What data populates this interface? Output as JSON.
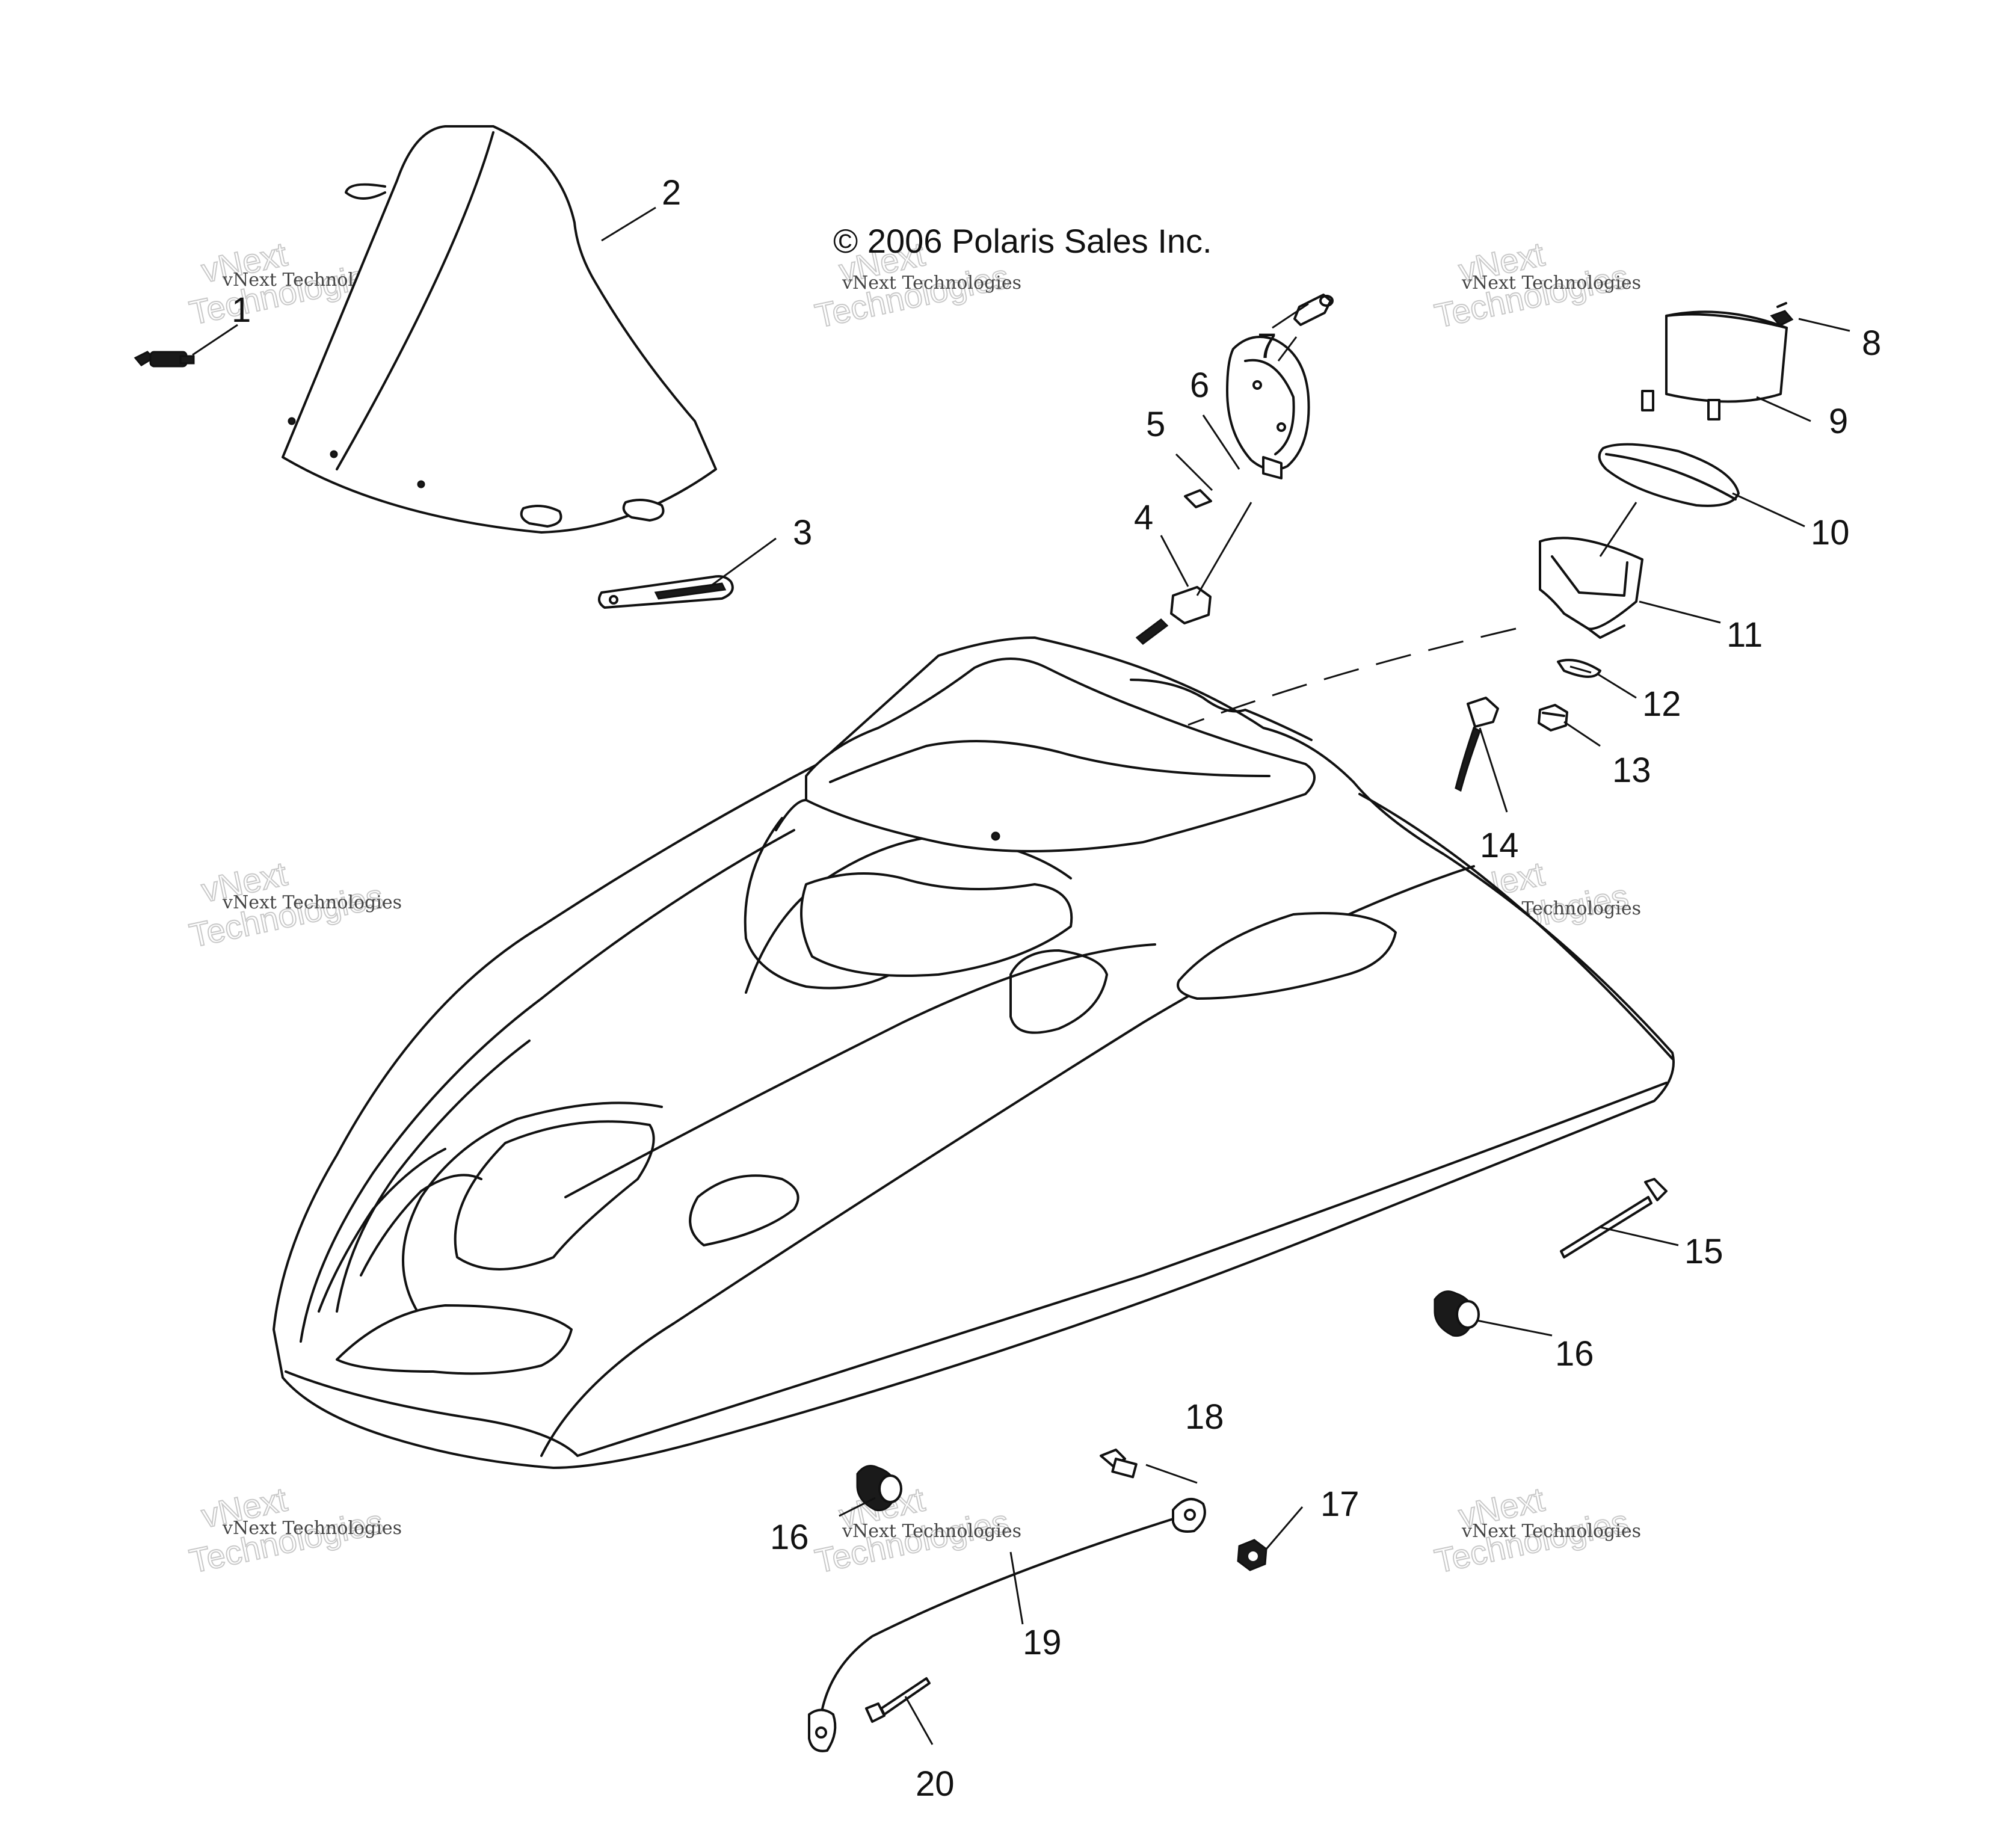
{
  "copyright": "© 2006 Polaris Sales Inc.",
  "watermark": {
    "line_small": "vNext Technologies",
    "line_large_1": "vNext",
    "line_large_2": "Technologies"
  },
  "callouts": [
    "1",
    "2",
    "3",
    "4",
    "5",
    "6",
    "7",
    "8",
    "9",
    "10",
    "11",
    "12",
    "13",
    "14",
    "15",
    "16",
    "16",
    "17",
    "18",
    "19",
    "20"
  ]
}
